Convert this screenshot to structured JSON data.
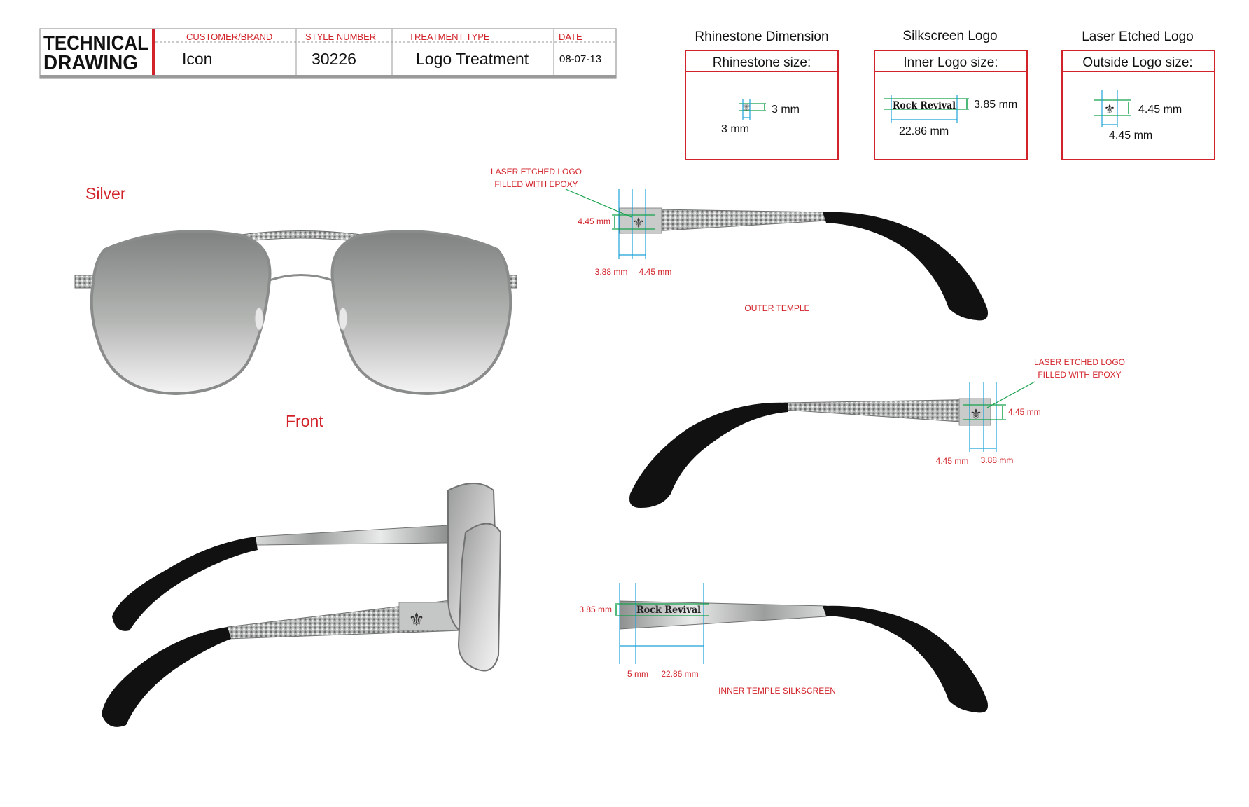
{
  "title_block": {
    "logo_line1": "TECHNICAL",
    "logo_line2": "DRAWING",
    "customer_label": "CUSTOMER/BRAND",
    "customer_value": "Icon",
    "style_label": "STYLE NUMBER",
    "style_value": "30226",
    "treatment_label": "TREATMENT TYPE",
    "treatment_value": "Logo Treatment",
    "date_label": "DATE",
    "date_value": "08-07-13"
  },
  "spec_boxes": [
    {
      "heading": "Rhinestone Dimension",
      "subheading": "Rhinestone size:",
      "dim_a": "3 mm",
      "dim_b": "3 mm"
    },
    {
      "heading": "Silkscreen Logo",
      "subheading": "Inner Logo size:",
      "dim_a": "3.85 mm",
      "dim_b": "22.86 mm",
      "logo_text": "Rock Revival"
    },
    {
      "heading": "Laser Etched Logo",
      "subheading": "Outside Logo size:",
      "dim_a": "4.45 mm",
      "dim_b": "4.45 mm"
    }
  ],
  "views": {
    "color_label": "Silver",
    "front_label": "Front"
  },
  "outer_temple": {
    "callout_line1": "LASER ETCHED LOGO",
    "callout_line2": "FILLED WITH EPOXY",
    "height": "4.45 mm",
    "offset": "3.88 mm",
    "width": "4.45 mm",
    "caption": "OUTER TEMPLE"
  },
  "outer_temple_mirror": {
    "callout_line1": "LASER ETCHED LOGO",
    "callout_line2": "FILLED WITH EPOXY",
    "height": "4.45 mm",
    "width": "4.45 mm",
    "offset": "3.88 mm"
  },
  "inner_temple": {
    "height": "3.85 mm",
    "offset": "5 mm",
    "width": "22.86 mm",
    "logo_text": "Rock Revival",
    "caption": "INNER TEMPLE SILKSCREEN"
  },
  "colors": {
    "accent_red": "#d2232a",
    "dim_cyan": "#1ba1d8",
    "dim_green": "#15a04a",
    "tip_black": "#111111"
  }
}
